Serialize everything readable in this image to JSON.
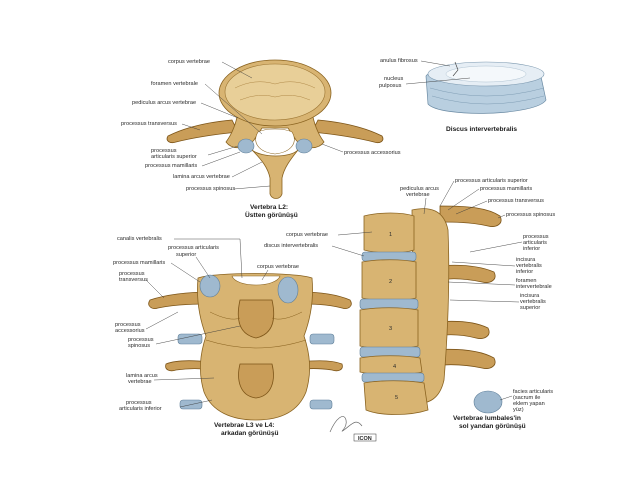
{
  "figures": {
    "top_view": {
      "caption_line1": "Vertebra L2:",
      "caption_line2": "Üstten görünüşü",
      "labels": {
        "corpus": "corpus vertebrae",
        "foramen": "foramen vertebrale",
        "pediculus": "pediculus arcus vertebrae",
        "transversus": "processus transversus",
        "art_sup_1": "processus",
        "art_sup_2": "articularis superior",
        "mamillaris": "processus mamillaris",
        "lamina": "lamina arcus vertebrae",
        "spinosus": "processus spinosus",
        "accessorius": "processus accessorius"
      }
    },
    "disc": {
      "caption": "Discus intervertebralis",
      "labels": {
        "anulus": "anulus fibrosus",
        "nucleus_1": "nucleus",
        "nucleus_2": "pulposus"
      }
    },
    "posterior": {
      "caption_line1": "Vertebrae L3 ve L4:",
      "caption_line2": "arkadan görünüşü",
      "labels": {
        "canalis": "canalis vertebralis",
        "art_sup_1": "processus articularis",
        "art_sup_2": "superior",
        "mamillaris": "processus mamillaris",
        "transversus_1": "processus",
        "transversus_2": "transversus",
        "corpus": "corpus vertebrae",
        "accessorius_1": "processus",
        "accessorius_2": "accessorius",
        "spinosus_1": "processus",
        "spinosus_2": "spinosus",
        "lamina_1": "lamina arcus",
        "lamina_2": "vertebrae",
        "art_inf_1": "processus",
        "art_inf_2": "articularis inferior"
      }
    },
    "lateral": {
      "caption_line1": "Vertebrae lumbales'in",
      "caption_line2": "sol yandan görünüşü",
      "vertebra_numbers": [
        "1",
        "2",
        "3",
        "4",
        "5"
      ],
      "labels": {
        "art_sup": "processus articularis superior",
        "pediculus_1": "pediculus arcus",
        "pediculus_2": "vertebrae",
        "mamillaris": "processus mamillaris",
        "transversus": "processus transversus",
        "spinosus": "processus spinosus",
        "corpus": "corpus vertebrae",
        "discus": "discus intervertebralis",
        "art_inf_1": "processus",
        "art_inf_2": "articularis",
        "art_inf_3": "inferior",
        "inc_inf_1": "incisura",
        "inc_inf_2": "vertebralis",
        "inc_inf_3": "inferior",
        "foramen_1": "foramen",
        "foramen_2": "intervertebrale",
        "inc_sup_1": "incisura",
        "inc_sup_2": "vertebralis",
        "inc_sup_3": "superior",
        "facies_1": "facies articularis",
        "facies_2": "(sacrum ile",
        "facies_3": "eklem yapan",
        "facies_4": "yüz)"
      }
    }
  },
  "signature": "F. Netter",
  "publisher_mark": "ICON"
}
